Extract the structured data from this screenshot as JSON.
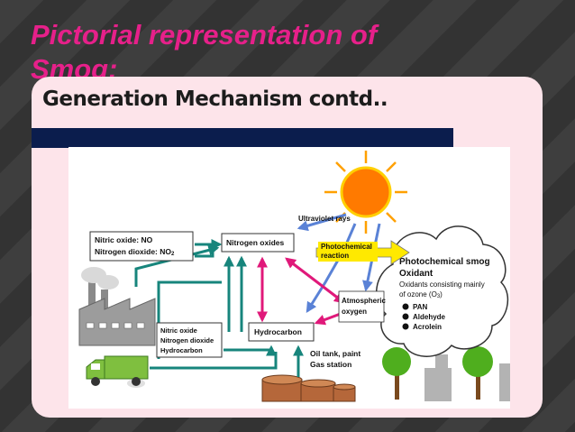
{
  "slide": {
    "title": "Pictorial representation of Smog:"
  },
  "card": {
    "heading": "Generation Mechanism contd.."
  },
  "diagram": {
    "nitric_box": {
      "line1": "Nitric oxide: NO",
      "line2": "Nitrogen dioxide: NO",
      "line2_sub": "2"
    },
    "nitrogen_oxides": "Nitrogen oxides",
    "ultraviolet": "Ultraviolet rays",
    "photochemical_reaction": {
      "line1": "Photochemical",
      "line2": "reaction"
    },
    "atmospheric_oxygen": {
      "line1": "Atmospheric",
      "line2": "oxygen"
    },
    "hydrocarbon": "Hydrocarbon",
    "emission_box": {
      "line1": "Nitric oxide",
      "line2": "Nitrogen dioxide",
      "line3": "Hydrocarbon"
    },
    "oil_tank": {
      "line1": "Oil tank, paint",
      "line2": "Gas station"
    },
    "smog_cloud": {
      "line1": "Photochemical smog",
      "line2": "Oxidant",
      "line3": "Oxidants consisting mainly",
      "line4": "of ozone (O",
      "line4_sub": "3",
      "line4_end": ")",
      "items": [
        "PAN",
        "Aldehyde",
        "Acrolein"
      ]
    },
    "colors": {
      "arrow_teal": "#17857c",
      "arrow_magenta": "#e0197a",
      "arrow_blue": "#5a82d6",
      "reaction_yellow": "#ffe900",
      "sun": "#ff7a00"
    }
  }
}
